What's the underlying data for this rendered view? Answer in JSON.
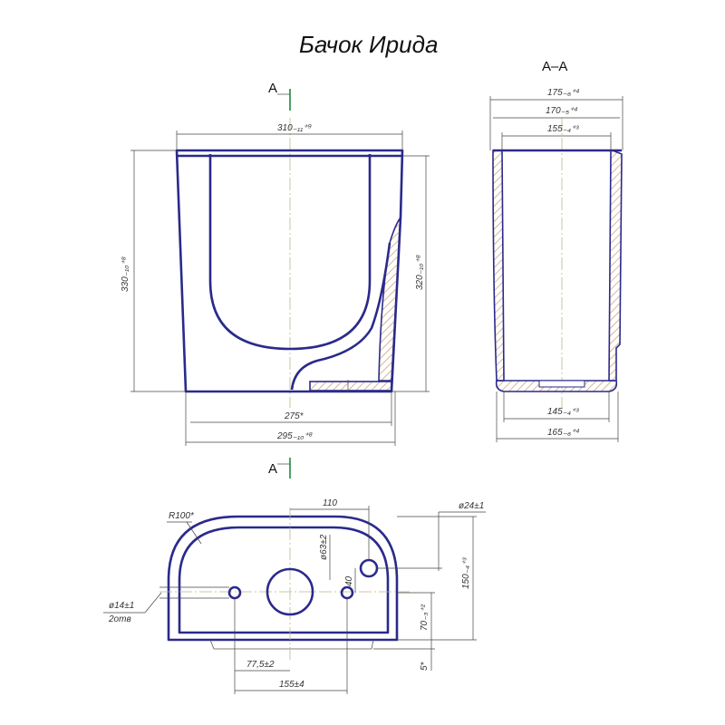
{
  "title": "Бачок Ирида",
  "section_title": "А–А",
  "section_marks": {
    "top": "А",
    "bottom": "А"
  },
  "front_view": {
    "width_top": "310₋₁₁⁺⁹",
    "height_total": "330₋₁₀⁺⁸",
    "height_inner": "320₋₁₀⁺⁸",
    "bottom_slot": "275*",
    "bottom_width": "295₋₁₀⁺⁸"
  },
  "section_view": {
    "outer_top": "175₋₆⁺⁴",
    "mid_top": "170₋₅⁺⁴",
    "inner_top": "155₋₄⁺³",
    "inner_bottom": "145₋₄⁺³",
    "outer_bottom": "165₋₆⁺⁴"
  },
  "plan_view": {
    "radius": "R100*",
    "offset_top": "110",
    "small_hole": "ø24±1",
    "big_hole": "ø63±2",
    "hole_offset": "40",
    "side_holes": "ø14±1",
    "side_holes_count": "2отв",
    "depth": "150₋₄⁺³",
    "height_low": "70₋₃⁺²",
    "gap": "5*",
    "span_a": "77,5±2",
    "span_b": "155±4"
  }
}
